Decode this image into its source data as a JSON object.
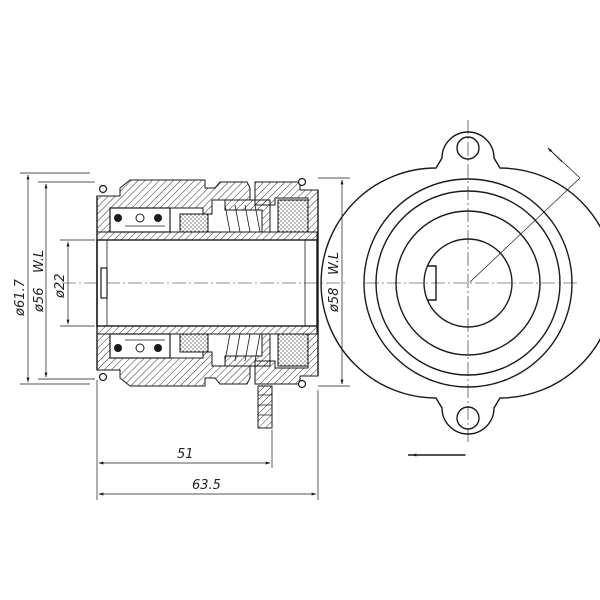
{
  "labels": {
    "dia_61_7": "ø61.7",
    "dia_56": "ø56",
    "wl_left": "W.L",
    "dia_22": "ø22",
    "dia_58": "ø58",
    "wl_right": "W.L",
    "len_51": "51",
    "len_63_5": "63.5"
  }
}
